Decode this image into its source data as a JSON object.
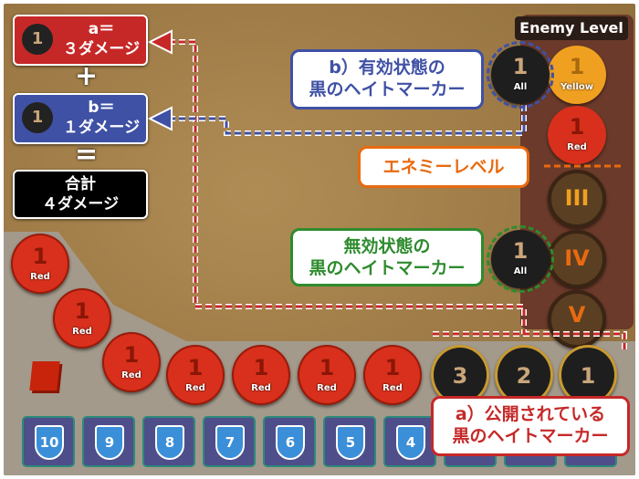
{
  "formula": {
    "a_line1": "a＝",
    "a_line2": "３ダメージ",
    "b_line1": "b＝",
    "b_line2": "１ダメージ",
    "plus": "+",
    "equals": "=",
    "total_line1": "合計",
    "total_line2": "４ダメージ",
    "token_value": "1"
  },
  "enemy_level": {
    "title": "Enemy Level",
    "tokens": [
      {
        "value": "1",
        "color_label": "Yellow",
        "color": "#f0a020"
      },
      {
        "value": "1",
        "color_label": "Red",
        "color": "#d8301c"
      }
    ],
    "levels": [
      "III",
      "IV",
      "V"
    ]
  },
  "callouts": {
    "b_line1": "b）有効状態の",
    "b_line2": "黒のヘイトマーカー",
    "enemy_level": "エネミーレベル",
    "invalid_line1": "無効状態の",
    "invalid_line2": "黒のヘイトマーカー",
    "a_line1": "a）公開されている",
    "a_line2": "黒のヘイトマーカー"
  },
  "black_marker": {
    "value": "1",
    "label": "All"
  },
  "track": {
    "red_tokens": [
      {
        "value": "1",
        "label": "Red"
      },
      {
        "value": "1",
        "label": "Red"
      },
      {
        "value": "1",
        "label": "Red"
      },
      {
        "value": "1",
        "label": "Red"
      },
      {
        "value": "1",
        "label": "Red"
      },
      {
        "value": "1",
        "label": "Red"
      },
      {
        "value": "1",
        "label": "Red"
      }
    ],
    "black_tokens": [
      "3",
      "2",
      "1"
    ],
    "shields": [
      "10",
      "9",
      "8",
      "7",
      "6",
      "5",
      "4"
    ]
  },
  "colors": {
    "red": "#c62828",
    "blue": "#3f51a5",
    "green": "#2e8b2e",
    "orange": "#e86a10",
    "black": "#111111"
  }
}
